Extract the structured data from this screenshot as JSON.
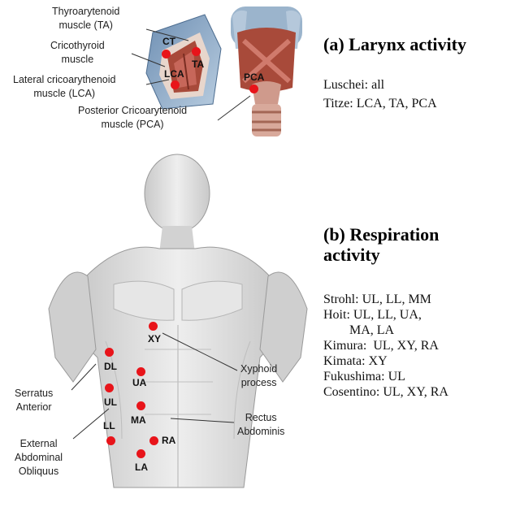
{
  "larynx": {
    "callouts": [
      "Thyroarytenoid muscle (TA)",
      "Cricothyroid muscle",
      "Lateral cricoarythenoid muscle (LCA)",
      "Posterior Cricoarytenoid muscle (PCA)"
    ],
    "callout_lines": [
      [
        "Thyroarytenoid",
        "muscle (TA)"
      ],
      [
        "Cricothyroid",
        "muscle"
      ],
      [
        "Lateral cricoarythenoid",
        "muscle (LCA)"
      ],
      [
        "Posterior Cricoarytenoid",
        "muscle (PCA)"
      ]
    ],
    "markers": {
      "ct": "CT",
      "ta": "TA",
      "lca": "LCA",
      "pca": "PCA"
    }
  },
  "panel_a": {
    "heading": "(a) Larynx activity",
    "refs": [
      "Luschei: all",
      "Titze: LCA, TA, PCA"
    ]
  },
  "torso": {
    "markers": {
      "xy": "XY",
      "dl": "DL",
      "ua": "UA",
      "ul": "UL",
      "ma": "MA",
      "ll": "LL",
      "ra": "RA",
      "la": "LA"
    },
    "callouts": {
      "xyphoid": [
        "Xyphoid",
        "process"
      ],
      "rectus": [
        "Rectus",
        "Abdominis"
      ],
      "serratus": [
        "Serratus",
        "Anterior"
      ],
      "external": [
        "External",
        "Abdominal",
        "Obliquus"
      ]
    }
  },
  "panel_b": {
    "heading": [
      "(b) Respiration",
      "activity"
    ],
    "refs": [
      "Strohl: UL, LL, MM",
      "Hoit: UL, LL, UA,",
      "        MA, LA",
      "Kimura:  UL, XY, RA",
      "Kimata: XY",
      "Fukushima: UL",
      "Cosentino: UL, XY, RA"
    ]
  },
  "colors": {
    "marker": "#e8141a",
    "muscle": "#a84a3a",
    "cartilage": "#8aa7c4",
    "body": "#d9d9d9"
  }
}
